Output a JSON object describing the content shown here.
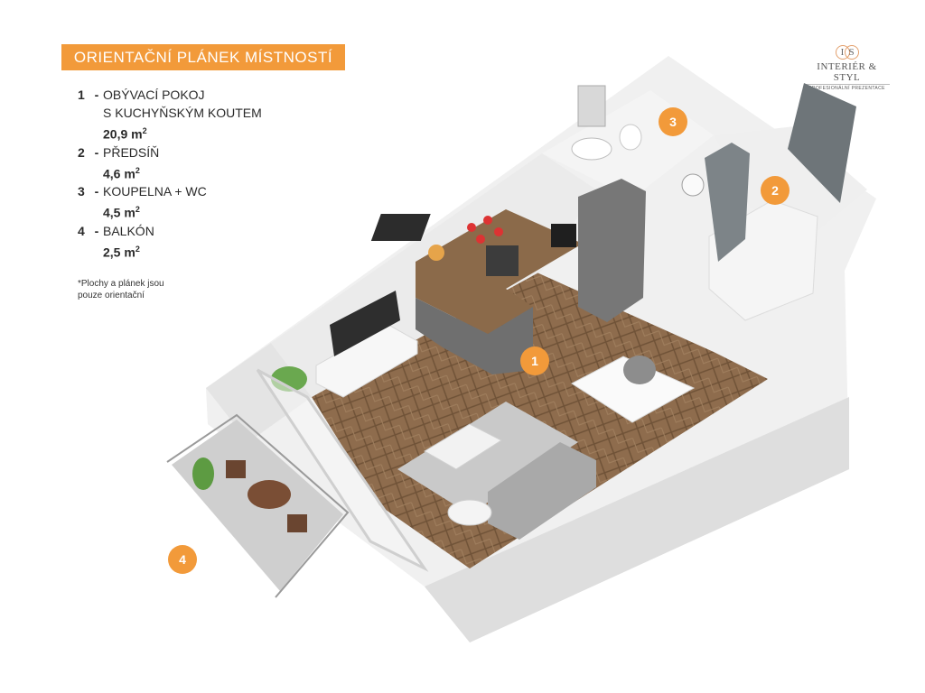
{
  "header": {
    "title": "ORIENTAČNÍ PLÁNEK MÍSTNOSTÍ"
  },
  "logo": {
    "mark_left": "I",
    "mark_right": "S",
    "name": "INTERIÉR & STYL",
    "tagline": "PROFESIONÁLNÍ PREZENTACE"
  },
  "legend": [
    {
      "num": "1",
      "dash": "-",
      "label": "OBÝVACÍ POKOJ\nS KUCHYŇSKÝM KOUTEM",
      "area": "20,9 m",
      "unit": "2"
    },
    {
      "num": "2",
      "dash": "-",
      "label": "PŘEDSÍŇ",
      "area": "4,6 m",
      "unit": "2"
    },
    {
      "num": "3",
      "dash": "-",
      "label": "KOUPELNA + WC",
      "area": "4,5 m",
      "unit": "2"
    },
    {
      "num": "4",
      "dash": "-",
      "label": "BALKÓN",
      "area": "2,5 m",
      "unit": "2"
    }
  ],
  "note": "*Plochy  a plánek jsou\npouze orientační",
  "badges": [
    "1",
    "2",
    "3",
    "4"
  ],
  "colors": {
    "accent": "#f29a3a",
    "floor": "#8a6a4c",
    "wall": "#ececec",
    "counter": "#8b6a4a",
    "cabinet": "#7a7a7a"
  }
}
